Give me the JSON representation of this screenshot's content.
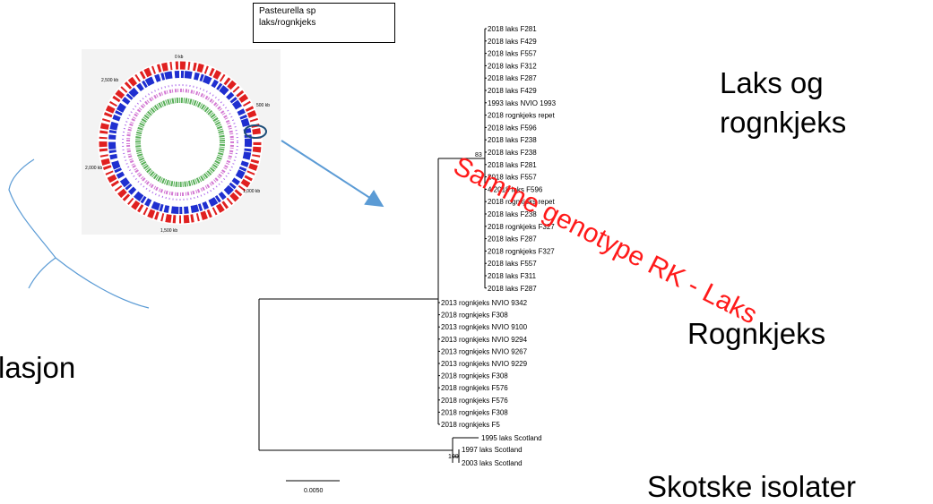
{
  "header": {
    "line1": "Pasteurella sp",
    "line2": "laks/rognkjeks"
  },
  "genome_map": {
    "labels": [
      "0 kb",
      "500 kb",
      "1,000 kb",
      "1,500 kb",
      "2,000 kb",
      "2,500 kb"
    ]
  },
  "tree": {
    "leaves": [
      "2018 laks F281",
      "2018 laks F429",
      "2018 laks F557",
      "2018 laks F312",
      "2018 laks F287",
      "2018 laks F429",
      "1993 laks NVIO 1993",
      "2018 rognkjeks repet",
      "2018 laks F596",
      "2018 laks F238",
      "2018 laks F238",
      "2018 laks F281",
      "2018 laks F557",
      "4 2018 laks F596",
      "2018 rognkjeks repet",
      "2018 laks F238",
      "2018 rognkjeks F327",
      "2018 laks F287",
      "2018 rognkjeks F327",
      "2018 laks F557",
      "2018 laks F311",
      "2018 laks F287",
      "2013 rognkjeks NVIO 9342",
      "2018 rognkjeks F308",
      "2013 rognkjeks NVIO 9100",
      "2013 rognkjeks NVIO 9294",
      "2013 rognkjeks NVIO 9267",
      "2013 rognkjeks NVIO 9229",
      "2018 rognkjeks F308",
      "2018 rognkjeks F576",
      "2018 rognkjeks F576",
      "2018 rognkjeks F308",
      "2018 rognkjeks F5",
      "1995 laks Scotland",
      "1997 laks Scotland",
      "2003 laks Scotland"
    ],
    "bootstrap": [
      "83",
      "100"
    ],
    "scale_label": "0.0050"
  },
  "groups": {
    "laks_rognkjeks": "Laks og rognkjeks",
    "rognkjeks": "Rognkjeks",
    "skotske": "Skotske isolater"
  },
  "annotation": "Samme genotype RK - Laks",
  "cut_text": "lasjon",
  "colors": {
    "annotation": "#ff1a1a",
    "arrow": "#5b9bd5",
    "highlight": "#1f4e79"
  }
}
